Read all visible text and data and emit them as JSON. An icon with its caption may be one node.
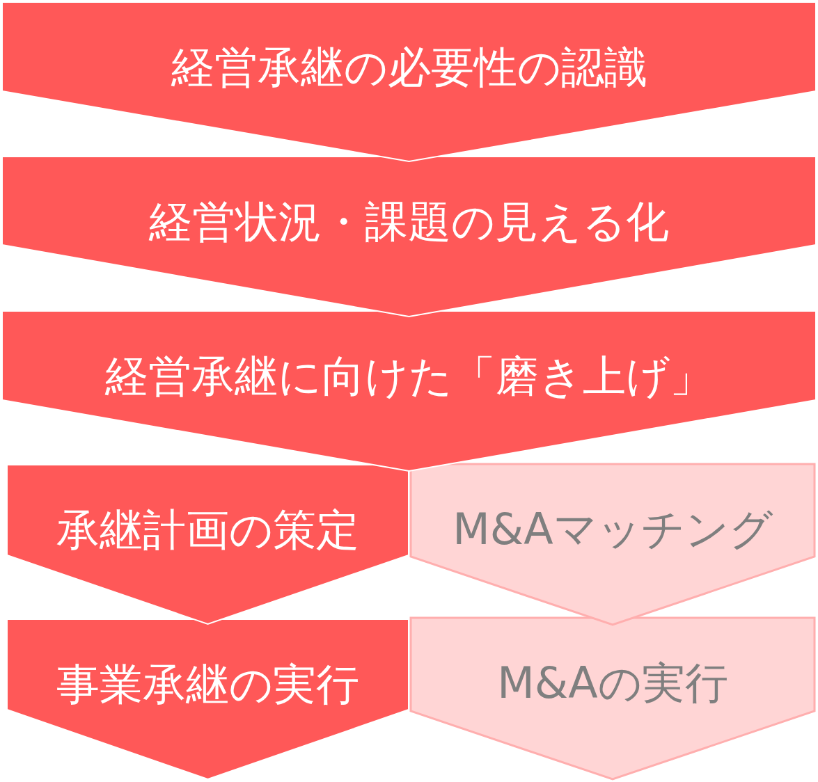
{
  "diagram": {
    "nodes": [
      {
        "text": [
          "経営承継の必要性の認識"
        ]
      },
      {
        "text": [
          "経営状況・課題の見える化"
        ]
      },
      {
        "text": [
          "経営承継に向けた「磨き上げ」"
        ]
      },
      {
        "text": [
          "承継計画の策定"
        ]
      },
      {
        "text": [
          "M&Aマッチング"
        ]
      },
      {
        "text": [
          "事業承継の実行"
        ]
      },
      {
        "text": [
          "M&Aの実行"
        ]
      }
    ]
  }
}
